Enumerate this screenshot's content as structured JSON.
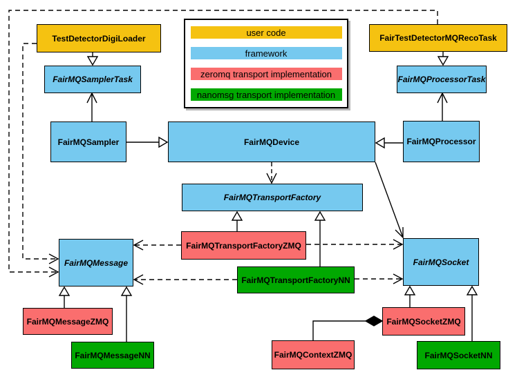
{
  "palette": {
    "user_code": "#F5C211",
    "framework": "#76C9EF",
    "zeromq": "#FA6E6E",
    "nanomsg": "#01A801",
    "line": "#000000"
  },
  "legend": {
    "items": [
      {
        "label": "user code",
        "color": "#F5C211"
      },
      {
        "label": "framework",
        "color": "#76C9EF"
      },
      {
        "label": "zeromq transport implementation",
        "color": "#FA6E6E"
      },
      {
        "label": "nanomsg transport implementation",
        "color": "#01A801"
      }
    ]
  },
  "nodes": [
    {
      "label": "TestDetectorDigiLoader",
      "category": "user_code",
      "abstract": false
    },
    {
      "label": "FairTestDetectorMQRecoTask",
      "category": "user_code",
      "abstract": false
    },
    {
      "label": "FairMQSamplerTask",
      "category": "framework",
      "abstract": true
    },
    {
      "label": "FairMQProcessorTask",
      "category": "framework",
      "abstract": true
    },
    {
      "label": "FairMQSampler",
      "category": "framework",
      "abstract": false
    },
    {
      "label": "FairMQDevice",
      "category": "framework",
      "abstract": false
    },
    {
      "label": "FairMQProcessor",
      "category": "framework",
      "abstract": false
    },
    {
      "label": "FairMQTransportFactory",
      "category": "framework",
      "abstract": true
    },
    {
      "label": "FairMQMessage",
      "category": "framework",
      "abstract": true
    },
    {
      "label": "FairMQSocket",
      "category": "framework",
      "abstract": true
    },
    {
      "label": "FairMQTransportFactoryZMQ",
      "category": "zeromq",
      "abstract": false
    },
    {
      "label": "FairMQTransportFactoryNN",
      "category": "nanomsg",
      "abstract": false
    },
    {
      "label": "FairMQMessageZMQ",
      "category": "zeromq",
      "abstract": false
    },
    {
      "label": "FairMQMessageNN",
      "category": "nanomsg",
      "abstract": false
    },
    {
      "label": "FairMQSocketZMQ",
      "category": "zeromq",
      "abstract": false
    },
    {
      "label": "FairMQSocketNN",
      "category": "nanomsg",
      "abstract": false
    },
    {
      "label": "FairMQContextZMQ",
      "category": "zeromq",
      "abstract": false
    }
  ],
  "relationships": [
    {
      "from": "TestDetectorDigiLoader",
      "to": "FairMQSamplerTask",
      "type": "inheritance"
    },
    {
      "from": "FairTestDetectorMQRecoTask",
      "to": "FairMQProcessorTask",
      "type": "inheritance"
    },
    {
      "from": "FairMQSampler",
      "to": "FairMQDevice",
      "type": "inheritance"
    },
    {
      "from": "FairMQProcessor",
      "to": "FairMQDevice",
      "type": "inheritance"
    },
    {
      "from": "FairMQTransportFactoryZMQ",
      "to": "FairMQTransportFactory",
      "type": "inheritance"
    },
    {
      "from": "FairMQTransportFactoryNN",
      "to": "FairMQTransportFactory",
      "type": "inheritance"
    },
    {
      "from": "FairMQMessageZMQ",
      "to": "FairMQMessage",
      "type": "inheritance"
    },
    {
      "from": "FairMQMessageNN",
      "to": "FairMQMessage",
      "type": "inheritance"
    },
    {
      "from": "FairMQSocketZMQ",
      "to": "FairMQSocket",
      "type": "inheritance"
    },
    {
      "from": "FairMQSocketNN",
      "to": "FairMQSocket",
      "type": "inheritance"
    },
    {
      "from": "FairMQSampler",
      "to": "FairMQSamplerTask",
      "type": "association"
    },
    {
      "from": "FairMQProcessor",
      "to": "FairMQProcessorTask",
      "type": "association"
    },
    {
      "from": "FairMQDevice",
      "to": "FairMQSocket",
      "type": "association"
    },
    {
      "from": "TestDetectorDigiLoader",
      "to": "FairMQMessage",
      "type": "dependency"
    },
    {
      "from": "FairTestDetectorMQRecoTask",
      "to": "FairMQMessage",
      "type": "dependency"
    },
    {
      "from": "FairMQDevice",
      "to": "FairMQTransportFactory",
      "type": "dependency"
    },
    {
      "from": "FairMQTransportFactoryZMQ",
      "to": "FairMQMessage",
      "type": "dependency"
    },
    {
      "from": "FairMQTransportFactoryZMQ",
      "to": "FairMQSocket",
      "type": "dependency"
    },
    {
      "from": "FairMQTransportFactoryNN",
      "to": "FairMQMessage",
      "type": "dependency"
    },
    {
      "from": "FairMQTransportFactoryNN",
      "to": "FairMQSocket",
      "type": "dependency"
    },
    {
      "from": "FairMQSocketZMQ",
      "to": "FairMQContextZMQ",
      "type": "composition"
    }
  ]
}
